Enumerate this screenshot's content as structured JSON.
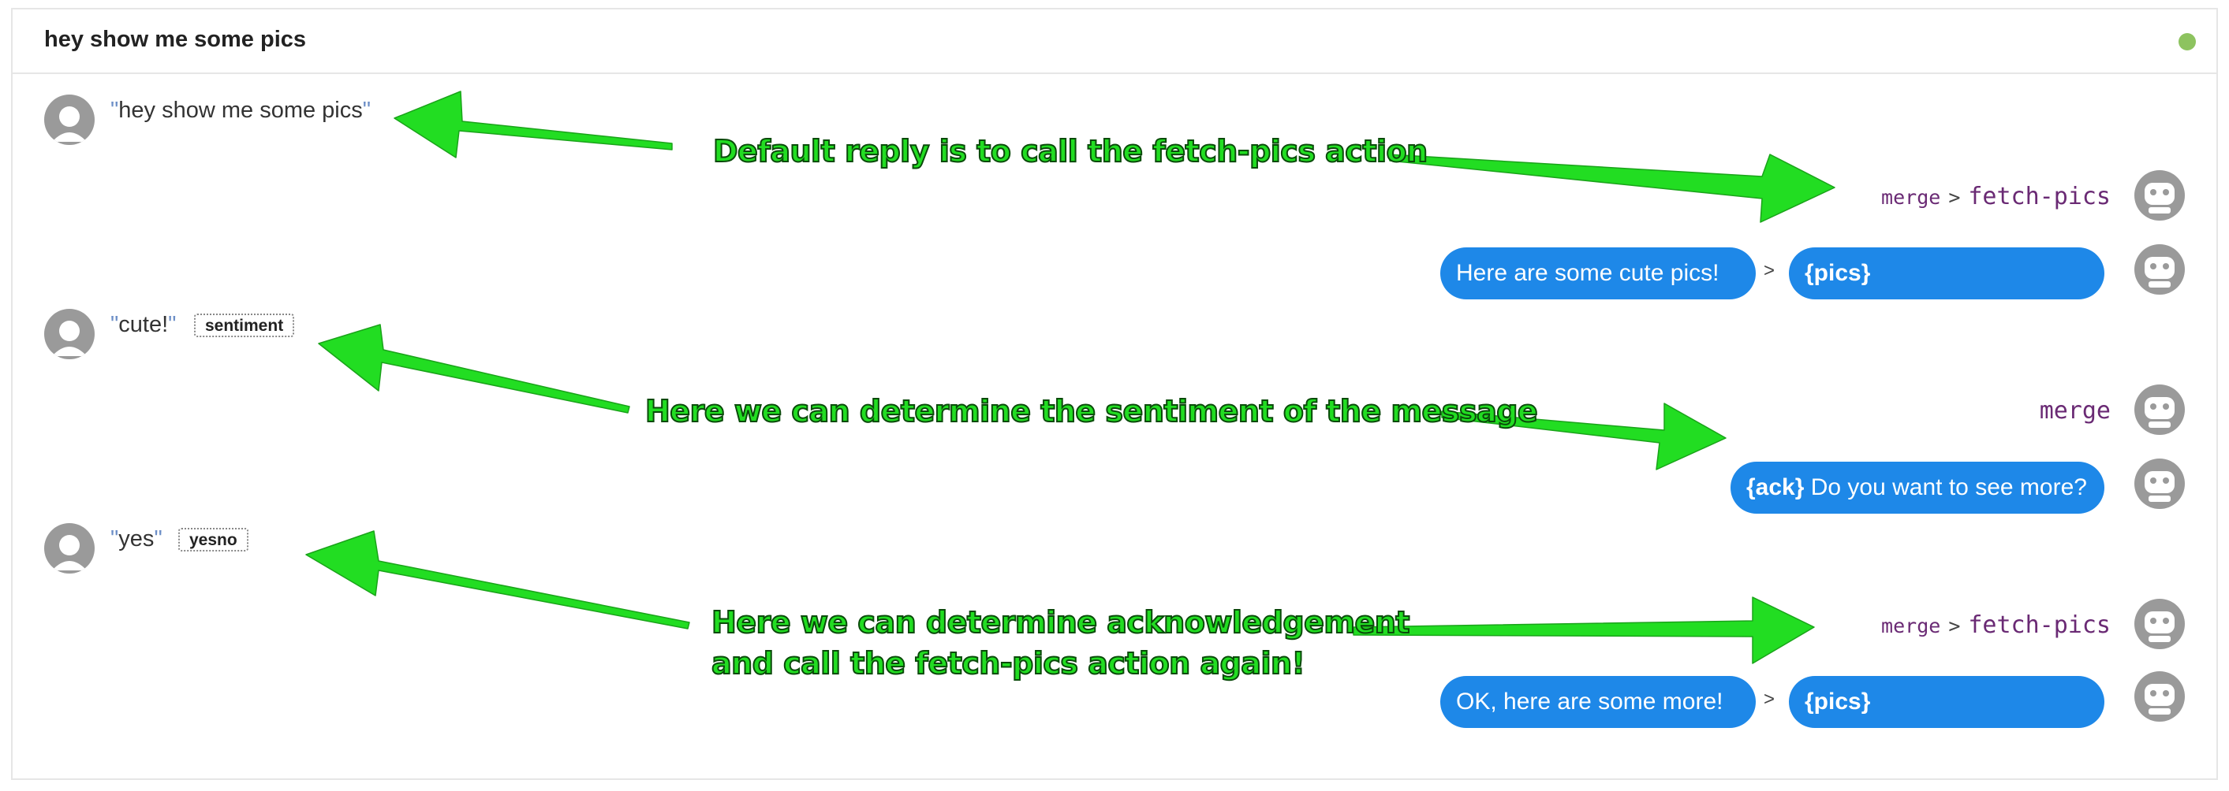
{
  "header": {
    "title": "hey show me some pics"
  },
  "messages": {
    "user1": {
      "open_quote": "\"",
      "text": "hey show me some pics",
      "close_quote": "\""
    },
    "user2": {
      "open_quote": "\"",
      "text": "cute!",
      "close_quote": "\"",
      "tag": "sentiment"
    },
    "user3": {
      "open_quote": "\"",
      "text": "yes",
      "close_quote": "\"",
      "tag": "yesno"
    }
  },
  "bot": {
    "action1": {
      "op": "merge",
      "sep": ">",
      "name": "fetch-pics"
    },
    "reply1": {
      "text": "Here are some cute pics!",
      "sep": ">",
      "var": "{pics}"
    },
    "action2": {
      "op": "merge"
    },
    "reply2": {
      "var": "{ack}",
      "text": "Do you want to see more?"
    },
    "action3": {
      "op": "merge",
      "sep": ">",
      "name": "fetch-pics"
    },
    "reply3": {
      "text": "OK, here are some more!",
      "sep": ">",
      "var": "{pics}"
    }
  },
  "annotations": {
    "a1": "Default reply is to call the fetch-pics action",
    "a2": "Here we can determine the sentiment of the message",
    "a3_line1": "Here we can determine acknowledgement",
    "a3_line2": "and call the fetch-pics action again!"
  },
  "colors": {
    "status": "#8dc35f",
    "bubble": "#1e88e8",
    "action": "#6a2a74",
    "arrow": "#22dd22"
  },
  "icons": [
    "user-avatar-icon",
    "bot-avatar-icon",
    "status-dot"
  ]
}
